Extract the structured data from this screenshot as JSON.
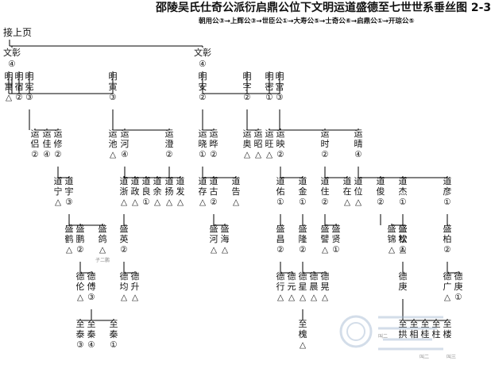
{
  "title": "邵陵吴氏仕奇公派衍启鼎公位下文明运道盛德至七世世系垂丝图 2-3",
  "lineage": "朝用公③→上辉公③→世臣公①→大寿公⑤→士奇公⑥→启鼎公①→开琮公⑤",
  "prev_page": "接上页",
  "colors": {
    "ink": "#111111",
    "line": "#000000",
    "background": "#ffffff",
    "watermark": "#9fb6cf"
  },
  "people": [
    {
      "id": "p1",
      "surname": "",
      "given": "文彰",
      "rank": "④"
    },
    {
      "id": "p2",
      "surname": "",
      "given": "文彰",
      "rank": "④"
    },
    {
      "id": "p3",
      "surname": "明",
      "given": "寓",
      "rank": "△"
    },
    {
      "id": "p4",
      "surname": "明",
      "given": "宿",
      "rank": "②"
    },
    {
      "id": "p5",
      "surname": "明",
      "given": "宪",
      "rank": "③"
    },
    {
      "id": "p6",
      "surname": "明",
      "given": "寅",
      "rank": "③"
    },
    {
      "id": "p7",
      "surname": "明",
      "given": "安",
      "rank": "②"
    },
    {
      "id": "p8",
      "surname": "明",
      "given": "字",
      "rank": "②"
    },
    {
      "id": "p9",
      "surname": "明",
      "given": "密",
      "rank": "①"
    },
    {
      "id": "p10",
      "surname": "明",
      "given": "宫",
      "rank": "③"
    },
    {
      "id": "p11",
      "surname": "运",
      "given": "侣",
      "rank": "②"
    },
    {
      "id": "p12",
      "surname": "运",
      "given": "佳",
      "rank": "④"
    },
    {
      "id": "p13",
      "surname": "运",
      "given": "修",
      "rank": "②"
    },
    {
      "id": "p14",
      "surname": "运",
      "given": "池",
      "rank": "△"
    },
    {
      "id": "p15",
      "surname": "运",
      "given": "河",
      "rank": "④"
    },
    {
      "id": "p16",
      "surname": "运",
      "given": "澄",
      "rank": "②"
    },
    {
      "id": "p17",
      "surname": "运",
      "given": "晓",
      "rank": "①"
    },
    {
      "id": "p18",
      "surname": "运",
      "given": "晔",
      "rank": "②"
    },
    {
      "id": "p19",
      "surname": "运",
      "given": "奥",
      "rank": "△"
    },
    {
      "id": "p20",
      "surname": "运",
      "given": "昭",
      "rank": "△"
    },
    {
      "id": "p21",
      "surname": "运",
      "given": "旺",
      "rank": "△"
    },
    {
      "id": "p22",
      "surname": "运",
      "given": "映",
      "rank": "②"
    },
    {
      "id": "p23",
      "surname": "运",
      "given": "时",
      "rank": "②"
    },
    {
      "id": "p24",
      "surname": "运",
      "given": "晴",
      "rank": "④"
    },
    {
      "id": "p25",
      "surname": "道",
      "given": "宁",
      "rank": "△"
    },
    {
      "id": "p26",
      "surname": "道",
      "given": "宇",
      "rank": "③"
    },
    {
      "id": "p27",
      "surname": "道",
      "given": "浙",
      "rank": "△"
    },
    {
      "id": "p28",
      "surname": "道",
      "given": "政",
      "rank": "△"
    },
    {
      "id": "p29",
      "surname": "道",
      "given": "良",
      "rank": "①"
    },
    {
      "id": "p30",
      "surname": "道",
      "given": "余",
      "rank": "△"
    },
    {
      "id": "p31",
      "surname": "道",
      "given": "扬",
      "rank": "△"
    },
    {
      "id": "p32",
      "surname": "道",
      "given": "发",
      "rank": "△"
    },
    {
      "id": "p33",
      "surname": "道",
      "given": "存",
      "rank": "△"
    },
    {
      "id": "p34",
      "surname": "道",
      "given": "古",
      "rank": "②"
    },
    {
      "id": "p35",
      "surname": "道",
      "given": "告",
      "rank": "△"
    },
    {
      "id": "p36",
      "surname": "道",
      "given": "佑",
      "rank": "①"
    },
    {
      "id": "p37",
      "surname": "道",
      "given": "金",
      "rank": "①"
    },
    {
      "id": "p38",
      "surname": "道",
      "given": "住",
      "rank": "②"
    },
    {
      "id": "p39",
      "surname": "道",
      "given": "在",
      "rank": "△"
    },
    {
      "id": "p40",
      "surname": "道",
      "given": "位",
      "rank": "△"
    },
    {
      "id": "p41",
      "surname": "道",
      "given": "俊",
      "rank": "②"
    },
    {
      "id": "p42",
      "surname": "道",
      "given": "杰",
      "rank": "①"
    },
    {
      "id": "p43",
      "surname": "道",
      "given": "彦",
      "rank": "①"
    },
    {
      "id": "p44",
      "surname": "盛",
      "given": "鹤",
      "rank": "△"
    },
    {
      "id": "p45",
      "surname": "盛",
      "given": "鹏",
      "rank": "②"
    },
    {
      "id": "p46",
      "surname": "盛",
      "given": "鸽",
      "rank": "△"
    },
    {
      "id": "p47",
      "surname": "盛",
      "given": "英",
      "rank": "②"
    },
    {
      "id": "p48",
      "surname": "盛",
      "given": "河",
      "rank": "△"
    },
    {
      "id": "p49",
      "surname": "盛",
      "given": "海",
      "rank": "△"
    },
    {
      "id": "p50",
      "surname": "盛",
      "given": "昌",
      "rank": "②"
    },
    {
      "id": "p51",
      "surname": "盛",
      "given": "隆",
      "rank": "②"
    },
    {
      "id": "p52",
      "surname": "盛",
      "given": "譬",
      "rank": "△"
    },
    {
      "id": "p53",
      "surname": "盛",
      "given": "贤",
      "rank": "①"
    },
    {
      "id": "p54",
      "surname": "盛",
      "given": "锦",
      "rank": "△"
    },
    {
      "id": "p55",
      "surname": "盛",
      "given": "钦",
      "rank": "△"
    },
    {
      "id": "p56",
      "surname": "盛",
      "given": "松",
      "rank": "①"
    },
    {
      "id": "p57",
      "surname": "盛",
      "given": "柏",
      "rank": "②"
    },
    {
      "id": "p58",
      "surname": "德",
      "given": "伦",
      "rank": "△"
    },
    {
      "id": "p59",
      "surname": "德",
      "given": "傅",
      "rank": "③"
    },
    {
      "id": "p60",
      "surname": "德",
      "given": "均",
      "rank": "△"
    },
    {
      "id": "p61",
      "surname": "德",
      "given": "升",
      "rank": "△"
    },
    {
      "id": "p62",
      "surname": "德",
      "given": "行",
      "rank": "△"
    },
    {
      "id": "p63",
      "surname": "德",
      "given": "元",
      "rank": "△"
    },
    {
      "id": "p64",
      "surname": "德",
      "given": "星",
      "rank": "△"
    },
    {
      "id": "p65",
      "surname": "德",
      "given": "晨",
      "rank": "△"
    },
    {
      "id": "p66",
      "surname": "德",
      "given": "晃",
      "rank": "△"
    },
    {
      "id": "p67",
      "surname": "德",
      "given": "庚",
      "rank": ""
    },
    {
      "id": "p68",
      "surname": "德",
      "given": "广",
      "rank": "△"
    },
    {
      "id": "p69",
      "surname": "德",
      "given": "庚",
      "rank": "①"
    },
    {
      "id": "p70",
      "surname": "至",
      "given": "泰",
      "rank": "③"
    },
    {
      "id": "p71",
      "surname": "至",
      "given": "秦",
      "rank": "④"
    },
    {
      "id": "p72",
      "surname": "至",
      "given": "秦",
      "rank": "①"
    },
    {
      "id": "p73",
      "surname": "至",
      "given": "槐",
      "rank": "△"
    },
    {
      "id": "p74",
      "surname": "至",
      "given": "拱",
      "rank": ""
    },
    {
      "id": "p75",
      "surname": "至",
      "given": "相",
      "rank": ""
    },
    {
      "id": "p76",
      "surname": "至",
      "given": "桂",
      "rank": ""
    },
    {
      "id": "p77",
      "surname": "至",
      "given": "柱",
      "rank": ""
    },
    {
      "id": "p78",
      "surname": "至",
      "given": "楼",
      "rank": ""
    }
  ],
  "notes": [
    {
      "id": "n1",
      "text": "子二鹏"
    },
    {
      "id": "n2",
      "text": "叫二"
    },
    {
      "id": "n3",
      "text": "叫二"
    },
    {
      "id": "n4",
      "text": "叫三"
    }
  ]
}
